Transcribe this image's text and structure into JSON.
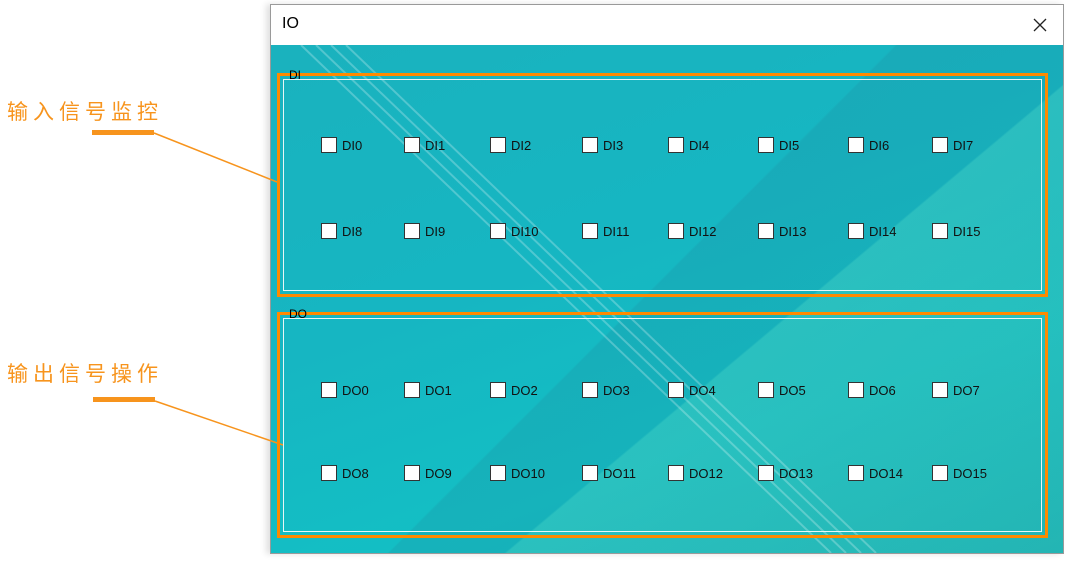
{
  "annotations": {
    "input_monitor": "输入信号监控",
    "output_operate": "输出信号操作"
  },
  "window": {
    "title": "IO"
  },
  "di_group": {
    "label": "DI",
    "items": [
      "DI0",
      "DI1",
      "DI2",
      "DI3",
      "DI4",
      "DI5",
      "DI6",
      "DI7",
      "DI8",
      "DI9",
      "DI10",
      "DI11",
      "DI12",
      "DI13",
      "DI14",
      "DI15"
    ]
  },
  "do_group": {
    "label": "DO",
    "items": [
      "DO0",
      "DO1",
      "DO2",
      "DO3",
      "DO4",
      "DO5",
      "DO6",
      "DO7",
      "DO8",
      "DO9",
      "DO10",
      "DO11",
      "DO12",
      "DO13",
      "DO14",
      "DO15"
    ]
  },
  "colors": {
    "accent": "#f7941d",
    "frame": "#ff8a00",
    "background": "#16b6c2"
  }
}
